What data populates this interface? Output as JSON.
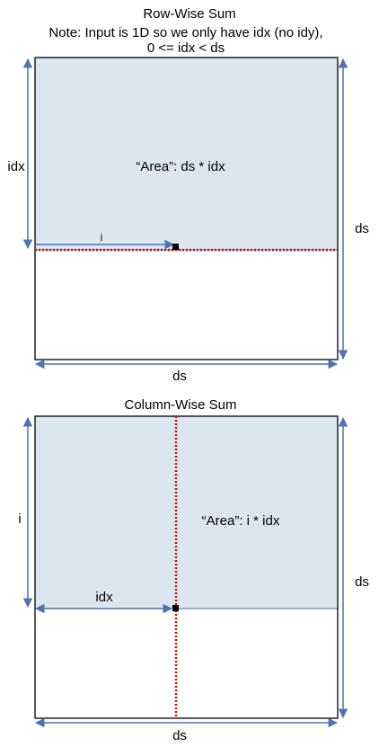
{
  "colors": {
    "shade": "#dce6f0",
    "box_border": "#000000",
    "arrow": "#4a74b4",
    "dotted": "#cc1111",
    "marker": "#000000"
  },
  "row_wise": {
    "title": "Row-Wise Sum",
    "note_line1": "Note: Input is 1D so we only have idx (no idy),",
    "note_line2": "0 <= idx < ds",
    "label_left": "idx",
    "label_right": "ds",
    "label_bottom": "ds",
    "label_arrow": "i",
    "area_label": "“Area”: ds * idx"
  },
  "column_wise": {
    "title": "Column-Wise Sum",
    "label_left": "i",
    "label_right": "ds",
    "label_bottom": "ds",
    "label_arrow": "idx",
    "area_label": "“Area”: i * idx"
  }
}
